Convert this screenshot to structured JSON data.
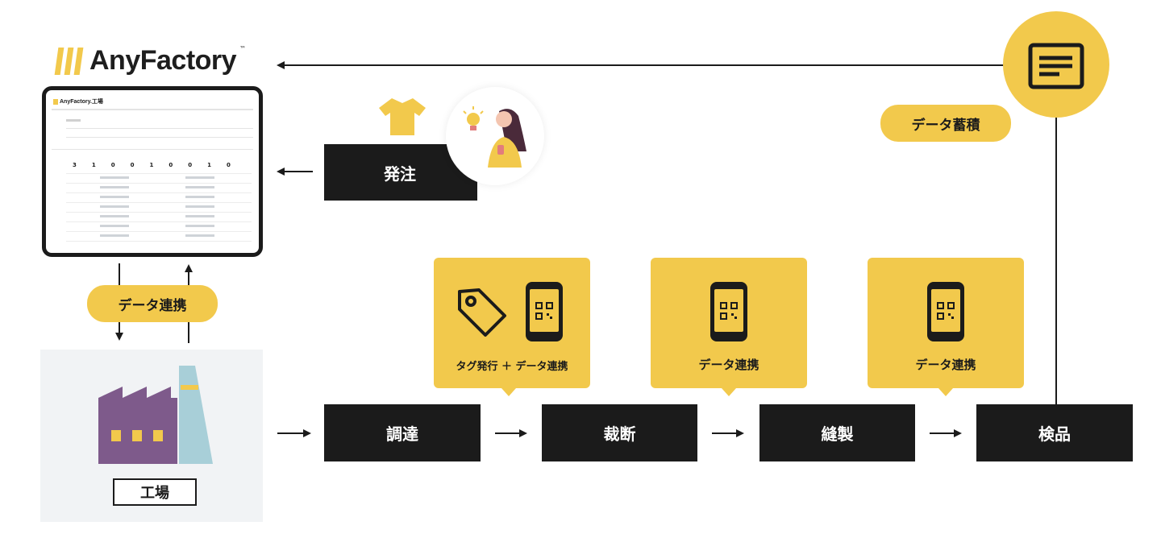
{
  "brand": {
    "name": "AnyFactory",
    "tm": "™"
  },
  "tablet": {
    "logo_text": "AnyFactory.工場",
    "counts": [
      "3",
      "1",
      "0",
      "0",
      "1",
      "0",
      "0",
      "1",
      "0"
    ]
  },
  "labels": {
    "data_link": "データ連携",
    "data_accumulate": "データ蓄積",
    "order": "発注",
    "factory": "工場"
  },
  "process": {
    "steps": [
      "調達",
      "裁断",
      "縫製",
      "検品"
    ]
  },
  "callouts": {
    "tag_issue": "タグ発行 ＋ データ連携",
    "cutting": "データ連携",
    "sewing": "データ連携"
  },
  "colors": {
    "accent": "#f2c94c",
    "dark": "#1b1b1b",
    "factory_purple": "#7e5a8b",
    "chimney_blue": "#a8cfd8"
  },
  "icons": [
    "tshirt-icon",
    "person-lightbulb-icon",
    "tag-icon",
    "smartphone-qr-icon",
    "document-list-icon",
    "factory-icon"
  ]
}
